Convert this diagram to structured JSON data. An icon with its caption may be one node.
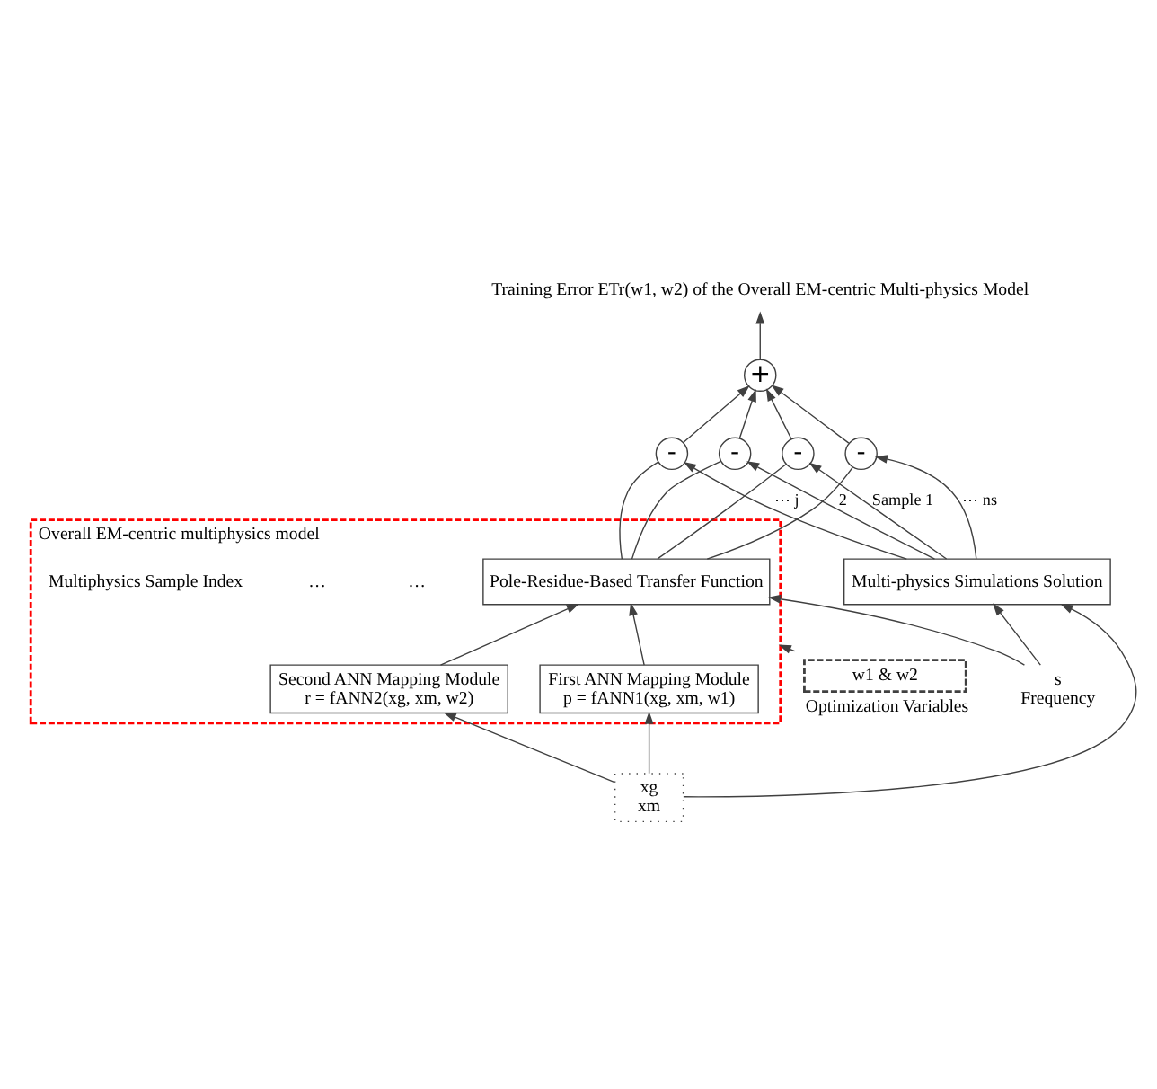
{
  "diagram": {
    "nodes": [
      {
        "text": [
          "Training Error ETr(w1, w2) of the Overall EM-centric Multi-physics Model"
        ]
      },
      {
        "text": [
          "+"
        ]
      },
      {
        "text": [
          "-"
        ]
      },
      {
        "text": [
          "-"
        ]
      },
      {
        "text": [
          "-"
        ]
      },
      {
        "text": [
          "-"
        ]
      },
      {
        "text": [
          "Overall EM-centric multiphysics model"
        ]
      },
      {
        "text": [
          "Pole-Residue-Based Transfer Function"
        ],
        "in": 6
      },
      {
        "text": [
          "First ANN Mapping Module",
          "p = fANN1(xg, xm, w1)"
        ],
        "in": 6
      },
      {
        "text": [
          "Second ANN Mapping Module",
          "r = fANN2(xg, xm, w2)"
        ],
        "in": 6
      },
      {
        "text": [
          "w1 & w2"
        ],
        "beside": [
          "Optimization Variables"
        ]
      },
      {
        "text": [
          "xg",
          "xm"
        ]
      },
      {
        "text": [
          "Multi-physics Simulations Solution"
        ]
      },
      {
        "text": [
          "s",
          "Frequency"
        ]
      }
    ],
    "edges": [
      {
        "from": 1,
        "to": 0,
        "arrow": "to"
      },
      {
        "from": 2,
        "to": 1,
        "arrow": "to"
      },
      {
        "from": 3,
        "to": 1,
        "arrow": "to"
      },
      {
        "from": 4,
        "to": 1,
        "arrow": "to"
      },
      {
        "from": 5,
        "to": 1,
        "arrow": "to"
      },
      {
        "from": 7,
        "to": 2,
        "arrow": "none"
      },
      {
        "from": 7,
        "to": 3,
        "arrow": "none"
      },
      {
        "from": 7,
        "to": 4,
        "arrow": "none"
      },
      {
        "from": 7,
        "to": 5,
        "arrow": "none"
      },
      {
        "from": 12,
        "to": 2,
        "arrow": "to",
        "label": "Sample 1"
      },
      {
        "from": 12,
        "to": 3,
        "arrow": "to",
        "label": "2"
      },
      {
        "from": 12,
        "to": 4,
        "arrow": "to",
        "label": "⋯ j"
      },
      {
        "from": 12,
        "to": 5,
        "arrow": "to",
        "label": "⋯ ns"
      },
      {
        "from": 8,
        "to": 7,
        "arrow": "to"
      },
      {
        "from": 9,
        "to": 7,
        "arrow": "to"
      },
      {
        "from": 11,
        "to": 8,
        "arrow": "to"
      },
      {
        "from": 11,
        "to": 9,
        "arrow": "to"
      },
      {
        "from": 11,
        "to": 12,
        "arrow": "to"
      },
      {
        "from": 13,
        "to": 12,
        "arrow": "to"
      },
      {
        "from": 13,
        "to": 7,
        "arrow": "to"
      },
      {
        "from": 10,
        "to": 6,
        "arrow": "to"
      }
    ],
    "labels": [
      "…",
      "…",
      "Multiphysics Sample Index"
    ]
  }
}
